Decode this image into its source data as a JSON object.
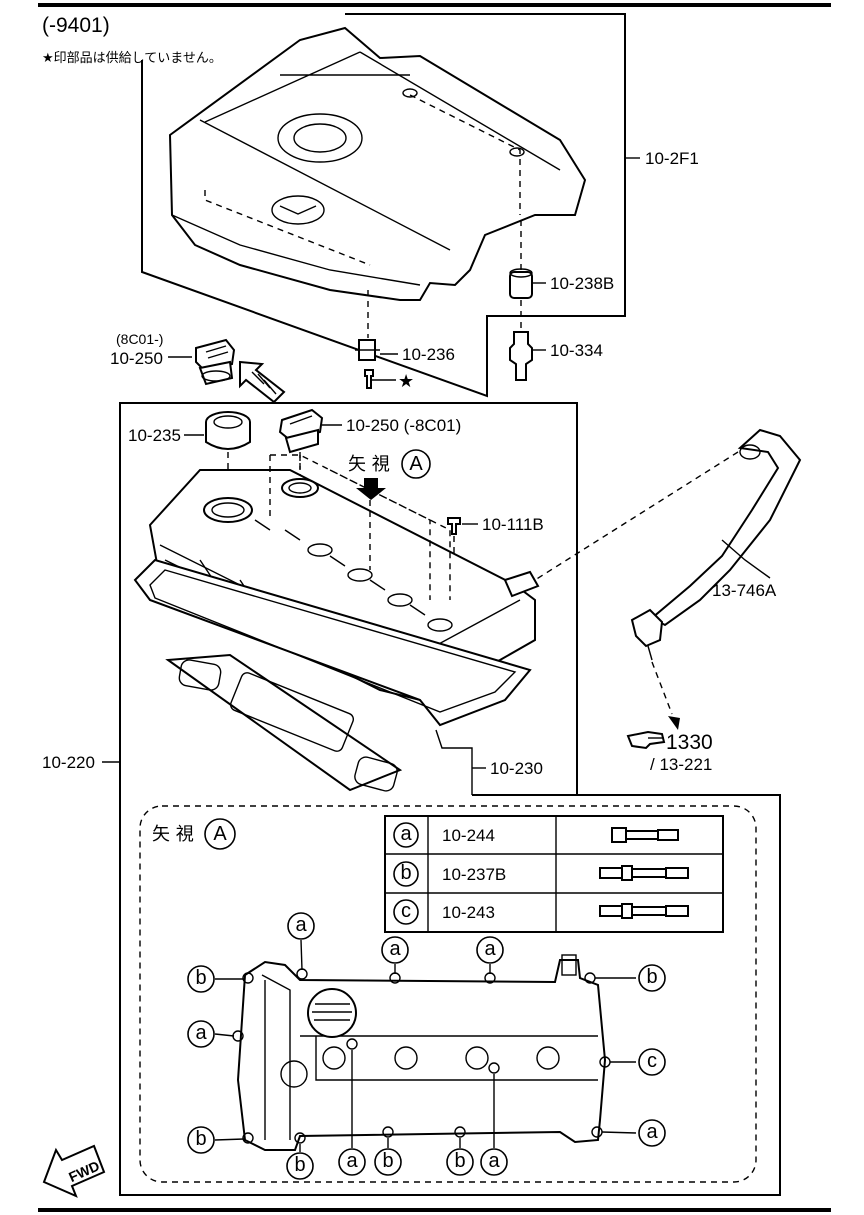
{
  "header": {
    "model_code": "(-9401)",
    "note": "★印部品は供給していません。"
  },
  "parts": {
    "engine_cover": "10-2F1",
    "grommet": "10-238B",
    "bolt_236": "10-236",
    "stud_334": "10-334",
    "oil_cap_upper_note": "(8C01-)",
    "oil_cap_upper": "10-250",
    "plug_235": "10-235",
    "oil_cap_lower": "10-250 (-8C01)",
    "bolt_111b": "10-111B",
    "head_cover": "10-220",
    "gasket": "10-230",
    "pcv_hose": "13-746A",
    "ref_group": "1330",
    "ref_sub": "/ 13-221",
    "star": "★"
  },
  "view_label": {
    "text": "矢 視",
    "letter": "A"
  },
  "legend": {
    "rows": [
      {
        "key": "a",
        "part": "10-244"
      },
      {
        "key": "b",
        "part": "10-237B"
      },
      {
        "key": "c",
        "part": "10-243"
      }
    ]
  },
  "callouts": {
    "a": "a",
    "b": "b",
    "c": "c"
  },
  "fwd": "FWD"
}
